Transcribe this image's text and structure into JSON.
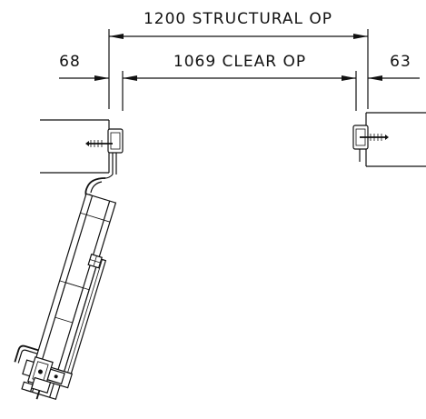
{
  "dimensions": {
    "structural_opening": "1200 STRUCTURAL OP",
    "clear_opening": "1069 CLEAR OP",
    "left_offset": "68",
    "right_offset": "63"
  },
  "colors": {
    "ink": "#111111",
    "paper": "#ffffff"
  }
}
